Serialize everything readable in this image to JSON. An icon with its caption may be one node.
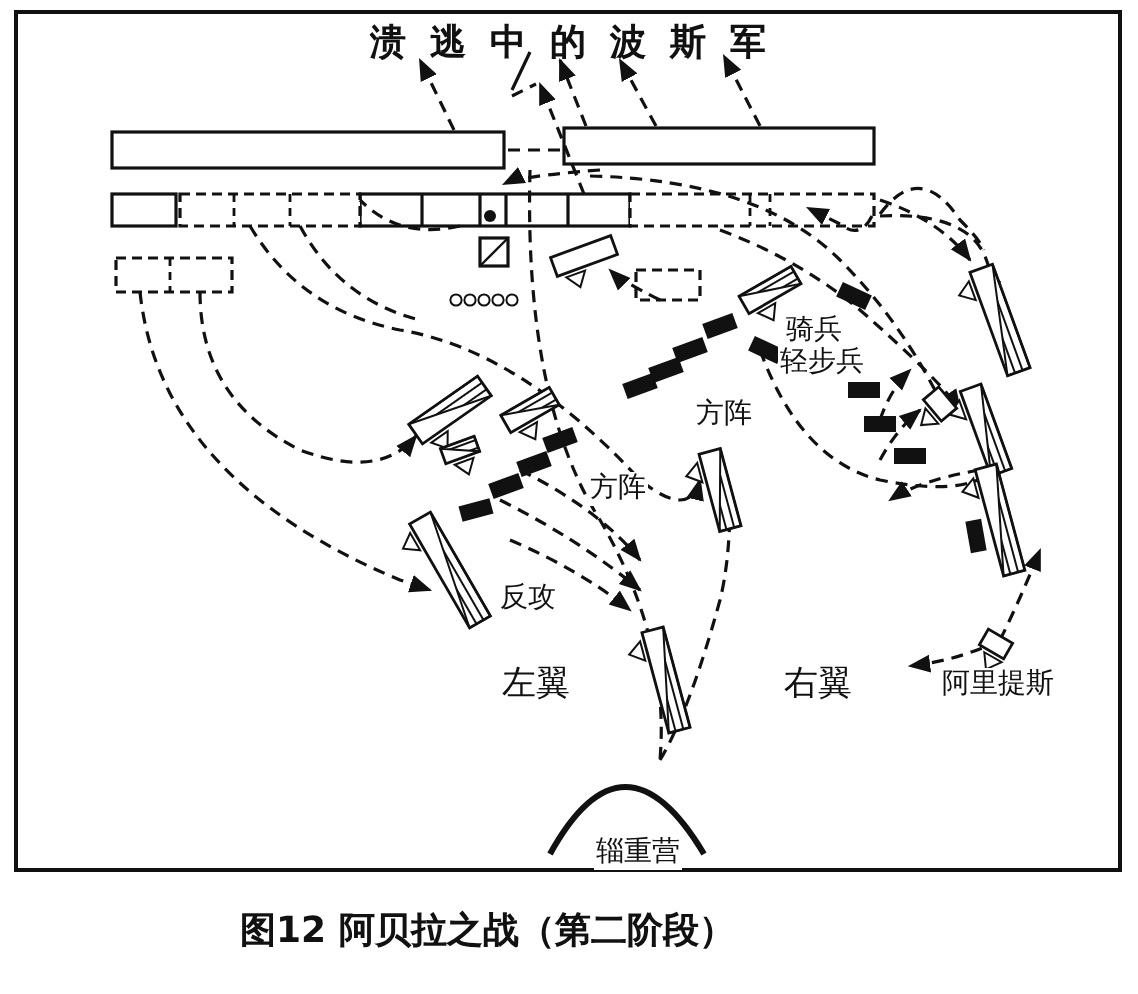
{
  "diagram": {
    "title": "溃逃中的波斯军",
    "caption": "图12 阿贝拉之战（第二阶段）",
    "labels": [
      "骑兵",
      "轻步兵",
      "方阵",
      "方阵",
      "反攻",
      "左翼",
      "右翼",
      "阿里提斯",
      "辎重营"
    ]
  }
}
